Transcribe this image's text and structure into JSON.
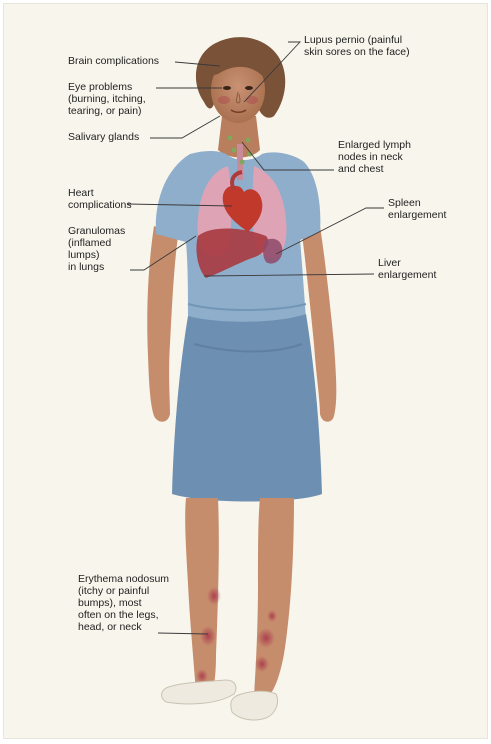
{
  "labels": {
    "brain": "Brain complications",
    "eye": "Eye problems\n(burning, itching,\ntearing, or pain)",
    "salivary": "Salivary glands",
    "heart": "Heart\ncomplications",
    "granulomas": "Granulomas\n(inflamed\nlumps)\nin lungs",
    "lupus": "Lupus pernio (painful\nskin sores on the face)",
    "lymph": "Enlarged lymph\nnodes in neck\nand chest",
    "spleen": "Spleen\nenlargement",
    "liver": "Liver\nenlargement",
    "erythema": "Erythema nodosum\n(itchy or painful\nbumps), most\noften on the legs,\nhead, or neck"
  },
  "colors": {
    "background": "#f7f5ec",
    "skin": "#c68d6c",
    "skin_shadow": "#a8714f",
    "hair": "#7a5237",
    "shirt": "#8eaecb",
    "skirt": "#6d8fb1",
    "lungs": "#e7a3b4",
    "heart": "#c0392b",
    "liver": "#a93a3f",
    "rash": "#a8334a",
    "leader_line": "#3a3a3a"
  }
}
